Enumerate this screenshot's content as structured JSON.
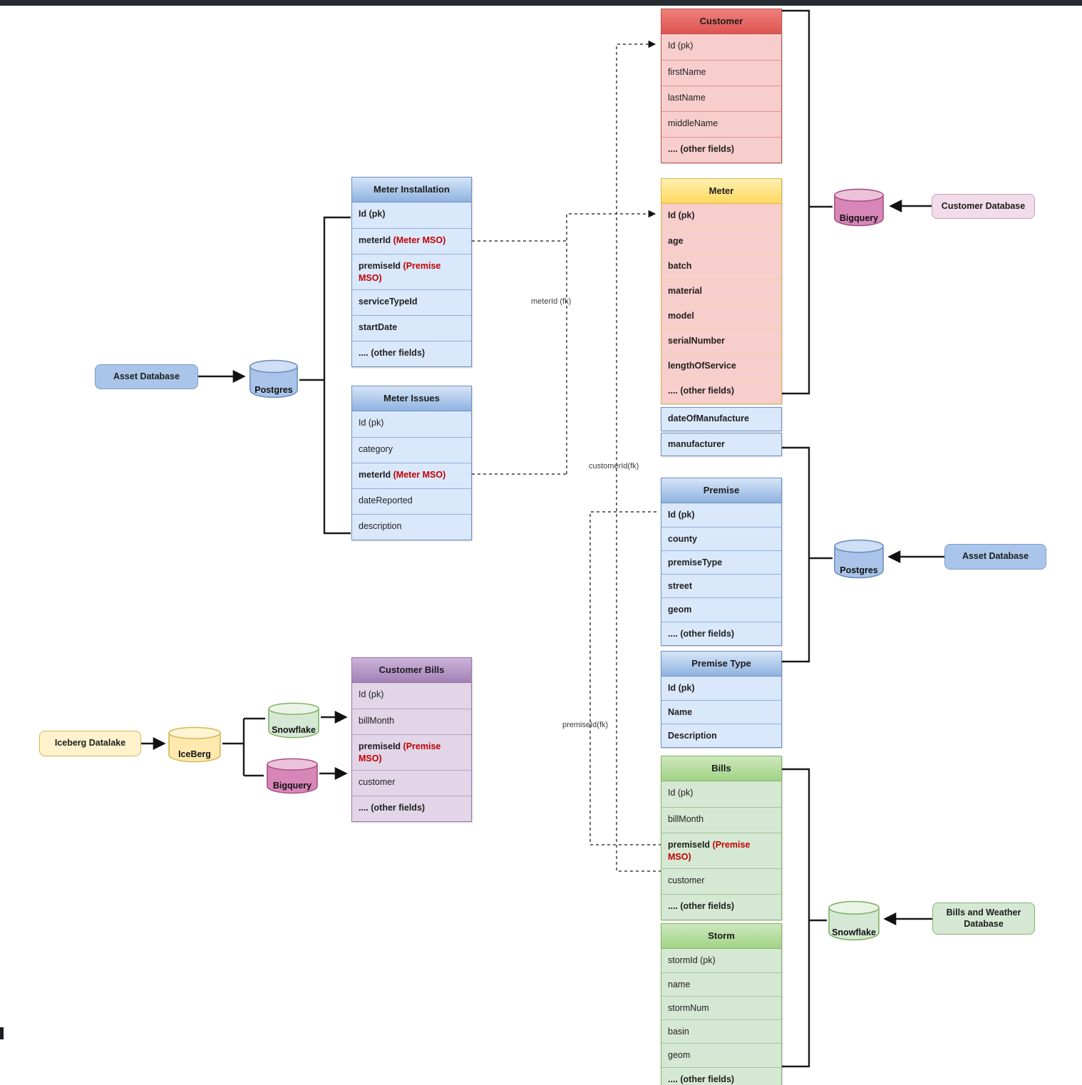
{
  "colors": {
    "themes": {
      "red": {
        "h1": "#ef807b",
        "h2": "#dd5451",
        "bd": "#b85450",
        "row": "#f8cecc",
        "sep": "#dc9490"
      },
      "yellow": {
        "h1": "#fff0b0",
        "h2": "#ffd95f",
        "bd": "#d6b656",
        "row": "#f8cecc",
        "sep": "#eed3ab"
      },
      "blue": {
        "h1": "#d6e5f8",
        "h2": "#8fb3e0",
        "bd": "#6c8ebf",
        "row": "#dae8fc",
        "sep": "#93b1d7"
      },
      "green": {
        "h1": "#cde8bd",
        "h2": "#a2d386",
        "bd": "#82b366",
        "row": "#d5e8d4",
        "sep": "#a3c496"
      },
      "purple": {
        "h1": "#cdb3da",
        "h2": "#a382b6",
        "bd": "#9673a6",
        "row": "#e1d5e7",
        "sep": "#b7a2c4"
      }
    },
    "cyl": {
      "blue": {
        "fill": "#a9c4e8",
        "top": "#cfdff5",
        "border": "#6c8ebf"
      },
      "yellow": {
        "fill": "#ffe9ae",
        "top": "#fff4d4",
        "border": "#d6b656"
      },
      "green": {
        "fill": "#d5e8d4",
        "top": "#e9f4e7",
        "border": "#82b366"
      },
      "pink": {
        "fill": "#d886b8",
        "top": "#ecc2db",
        "border": "#a65084"
      }
    },
    "src": {
      "blue": {
        "fill": "#a9c6ea",
        "border": "#7a9cc9"
      },
      "yellow": {
        "fill": "#fff2cc",
        "border": "#d6b656"
      },
      "pink": {
        "fill": "#f2dcea",
        "border": "#c9a0bb"
      },
      "green": {
        "fill": "#d5e8d4",
        "border": "#82b366"
      }
    }
  },
  "tables": {
    "customer": {
      "title": "Customer",
      "rows": [
        {
          "t": "Id (pk)"
        },
        {
          "t": "firstName"
        },
        {
          "t": "lastName"
        },
        {
          "t": "middleName"
        },
        {
          "t": ".... (other fields)",
          "b": true
        }
      ]
    },
    "meter": {
      "title": "Meter",
      "rows": [
        {
          "t": "Id (pk)",
          "b": true
        },
        {
          "t": "age",
          "b": true
        },
        {
          "t": "batch",
          "b": true
        },
        {
          "t": "material",
          "b": true
        },
        {
          "t": "model",
          "b": true
        },
        {
          "t": "serialNumber",
          "b": true
        },
        {
          "t": "lengthOfService",
          "b": true
        },
        {
          "t": ".... (other fields)",
          "b": true
        }
      ]
    },
    "premise": {
      "title": "Premise",
      "rows": [
        {
          "t": "Id (pk)",
          "b": true
        },
        {
          "t": "county",
          "b": true
        },
        {
          "t": "premiseType",
          "b": true
        },
        {
          "t": "street",
          "b": true
        },
        {
          "t": "geom",
          "b": true
        },
        {
          "t": ".... (other fields)",
          "b": true
        }
      ]
    },
    "premise_type": {
      "title": "Premise Type",
      "rows": [
        {
          "t": "Id (pk)",
          "b": true
        },
        {
          "t": "Name",
          "b": true
        },
        {
          "t": "Description",
          "b": true
        }
      ]
    },
    "bills": {
      "title": "Bills",
      "rows": [
        {
          "t": "Id (pk)"
        },
        {
          "t": "billMonth"
        },
        {
          "t": "premiseId",
          "ann": "(Premise MSO)",
          "b": true
        },
        {
          "t": "customer"
        },
        {
          "t": ".... (other fields)",
          "b": true
        }
      ]
    },
    "storm": {
      "title": "Storm",
      "rows": [
        {
          "t": "stormId (pk)"
        },
        {
          "t": "name"
        },
        {
          "t": "stormNum"
        },
        {
          "t": "basin"
        },
        {
          "t": "geom"
        },
        {
          "t": ".... (other fields)",
          "b": true
        }
      ]
    },
    "meter_installation": {
      "title": "Meter Installation",
      "rows": [
        {
          "t": "Id (pk)",
          "b": true
        },
        {
          "t": "meterId",
          "ann": "(Meter MSO)",
          "b": true
        },
        {
          "t": "premiseId",
          "ann": "(Premise MSO)",
          "b": true
        },
        {
          "t": "serviceTypeId",
          "b": true
        },
        {
          "t": "startDate",
          "b": true
        },
        {
          "t": ".... (other fields)",
          "b": true
        }
      ]
    },
    "meter_issues": {
      "title": "Meter Issues",
      "rows": [
        {
          "t": "Id (pk)"
        },
        {
          "t": "category"
        },
        {
          "t": "meterId",
          "ann": "(Meter MSO)",
          "b": true
        },
        {
          "t": "dateReported"
        },
        {
          "t": "description"
        }
      ]
    },
    "customer_bills": {
      "title": "Customer Bills",
      "rows": [
        {
          "t": "Id (pk)"
        },
        {
          "t": "billMonth"
        },
        {
          "t": "premiseId",
          "ann": "(Premise MSO)",
          "b": true
        },
        {
          "t": "customer"
        },
        {
          "t": ".... (other fields)",
          "b": true
        }
      ]
    }
  },
  "cells": {
    "date_of_manufacture": "dateOfManufacture",
    "manufacturer": "manufacturer"
  },
  "cylinders": {
    "postgres_left": {
      "label": "Postgres",
      "color": "blue"
    },
    "iceberg": {
      "label": "IceBerg",
      "color": "yellow"
    },
    "snowflake_left": {
      "label": "Snowflake",
      "color": "green"
    },
    "bigquery_left": {
      "label": "Bigquery",
      "color": "pink"
    },
    "bigquery_right": {
      "label": "Bigquery",
      "color": "pink"
    },
    "postgres_right": {
      "label": "Postgres",
      "color": "blue"
    },
    "snowflake_right": {
      "label": "Snowflake",
      "color": "green"
    }
  },
  "sources": {
    "asset_db_left": {
      "label": "Asset Database"
    },
    "iceberg_datalake": {
      "label": "Iceberg Datalake"
    },
    "customer_db": {
      "label": "Customer Database"
    },
    "asset_db_right": {
      "label": "Asset Database"
    },
    "bills_weather_db": {
      "label": "Bills and Weather Database"
    }
  },
  "edge_labels": {
    "meter_id_fk": "meterId (fk)",
    "customer_id_fk": "customerId(fk)",
    "premise_id_fk": "premiseId(fk)"
  }
}
